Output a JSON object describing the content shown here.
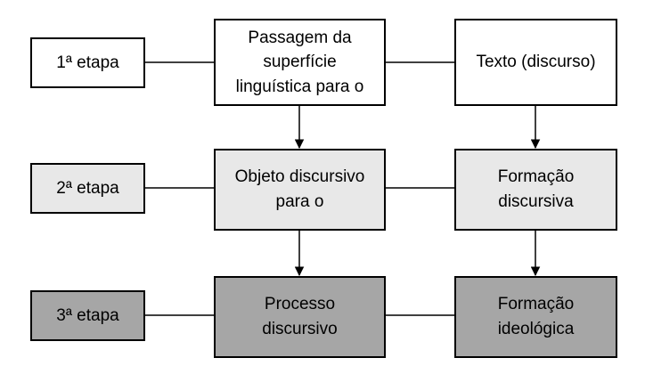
{
  "colors": {
    "level1_fill": "#ffffff",
    "level2_fill": "#e8e8e8",
    "level3_fill": "#a6a6a6",
    "stroke": "#000000"
  },
  "stages": [
    {
      "label": "1ª etapa"
    },
    {
      "label": "2ª etapa"
    },
    {
      "label": "3ª etapa"
    }
  ],
  "nodes": {
    "passagem": "Passagem da\nsuperfície\nlinguística para o",
    "texto": "Texto (discurso)",
    "objeto": "Objeto discursivo\npara o",
    "formacao_discursiva": "Formação\ndiscursiva",
    "processo": "Processo\ndiscursivo",
    "formacao_ideologica": "Formação\nideológica"
  }
}
